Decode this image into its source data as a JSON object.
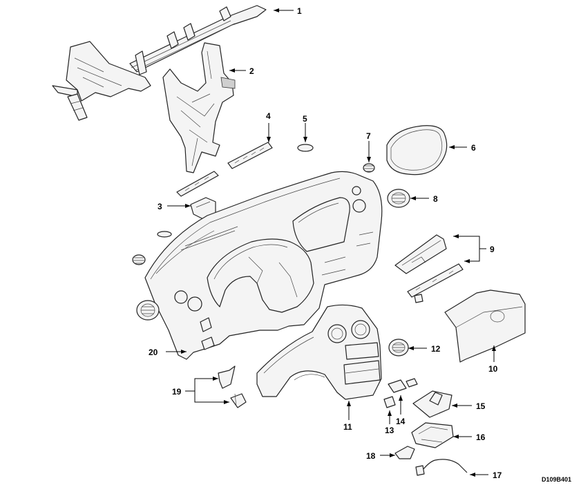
{
  "figure_code": "D109B401",
  "callouts": {
    "c1": "1",
    "c2": "2",
    "c3": "3",
    "c4": "4",
    "c5": "5",
    "c6": "6",
    "c7": "7",
    "c8": "8",
    "c9": "9",
    "c10": "10",
    "c11": "11",
    "c12": "12",
    "c13": "13",
    "c14": "14",
    "c15": "15",
    "c16": "16",
    "c17": "17",
    "c18": "18",
    "c19": "19",
    "c20": "20"
  }
}
